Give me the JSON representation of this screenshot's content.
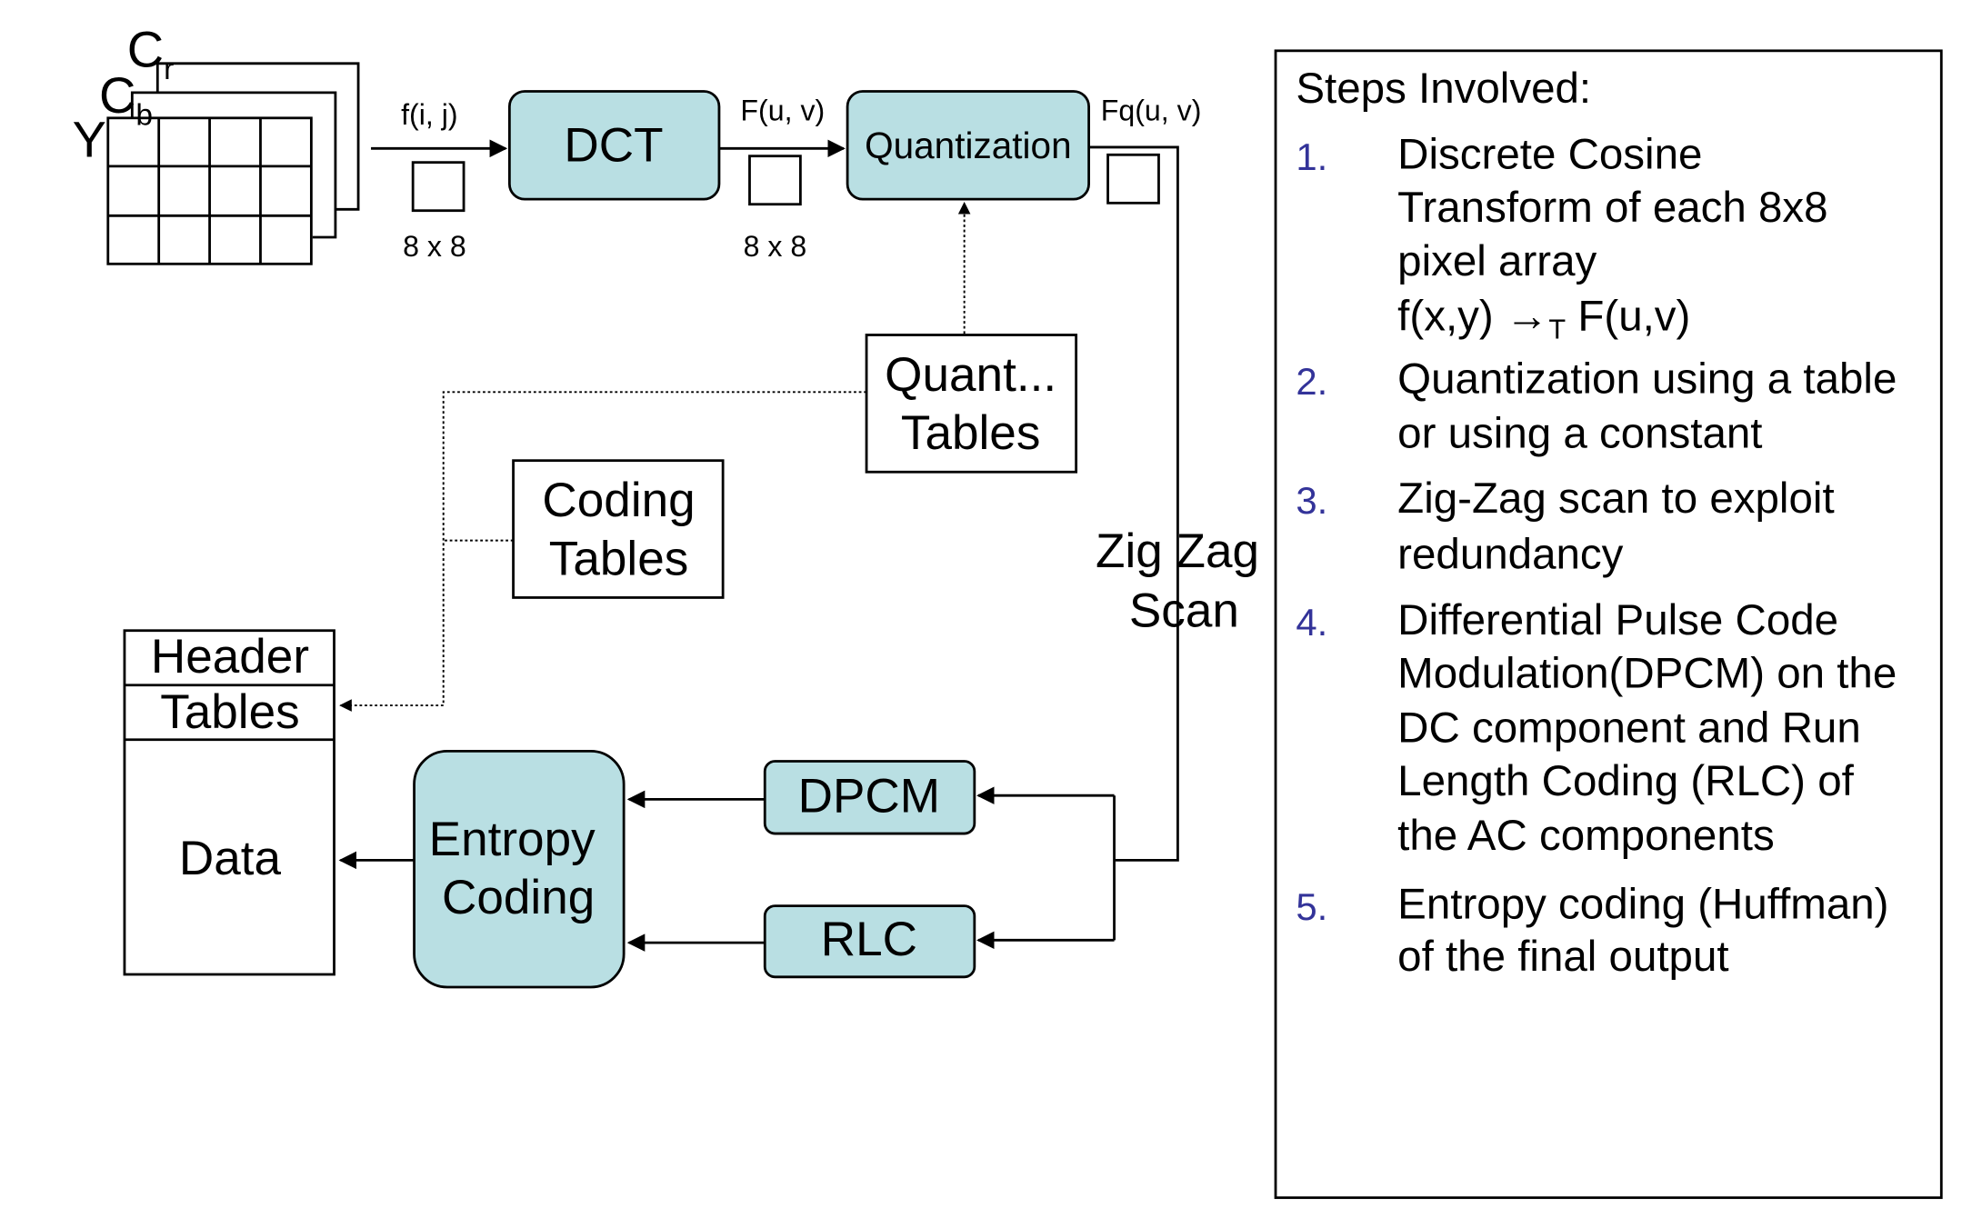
{
  "colors": {
    "process_fill": "#B9DFE3",
    "step_number": "#333399",
    "stroke": "#000000"
  },
  "input": {
    "y_label": "Y",
    "cb_label": "C",
    "cb_sub": "b",
    "cr_label": "C",
    "cr_sub": "r"
  },
  "signals": {
    "fij": "f(i, j)",
    "fuv": "F(u, v)",
    "fquv": "Fq(u, v)",
    "block1_size": "8 x 8",
    "block2_size": "8 x 8"
  },
  "blocks": {
    "dct": "DCT",
    "quantization": "Quantization",
    "quant_tables": [
      "Quant...",
      "Tables"
    ],
    "coding_tables": [
      "Coding",
      "Tables"
    ],
    "zigzag": [
      "Zig Zag",
      "Scan"
    ],
    "dpcm": "DPCM",
    "rlc": "RLC",
    "entropy": [
      "Entropy",
      "Coding"
    ],
    "output": {
      "header": "Header",
      "tables": "Tables",
      "data": "Data"
    }
  },
  "steps": {
    "title": "Steps Involved:",
    "items": [
      {
        "num": "1.",
        "lines": [
          "Discrete Cosine",
          "Transform of each 8x8",
          "pixel array"
        ],
        "formula": {
          "lhs": "f(x,y) →",
          "sub": "T",
          "rhs": " F(u,v)"
        }
      },
      {
        "num": "2.",
        "lines": [
          "Quantization using a table",
          "or using a constant"
        ]
      },
      {
        "num": "3.",
        "lines": [
          "Zig-Zag scan to exploit",
          "redundancy"
        ]
      },
      {
        "num": "4.",
        "lines": [
          "Differential Pulse Code",
          "Modulation(DPCM) on the",
          "DC component and Run",
          "Length Coding (RLC) of",
          "the AC components"
        ]
      },
      {
        "num": "5.",
        "lines": [
          "Entropy coding (Huffman)",
          "of the final output"
        ]
      }
    ]
  }
}
